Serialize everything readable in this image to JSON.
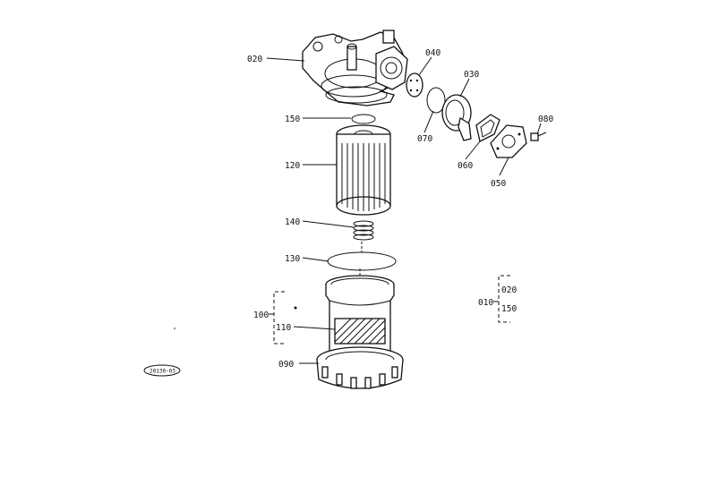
{
  "diagram": {
    "parts": {
      "p020": "020",
      "p040": "040",
      "p030": "030",
      "p080": "080",
      "p150": "150",
      "p070": "070",
      "p060": "060",
      "p050": "050",
      "p120": "120",
      "p140": "140",
      "p130": "130",
      "p100": "100",
      "p110": "110",
      "p090": "090"
    },
    "assembly": {
      "parent": "010",
      "child_a": "020",
      "child_b": "150"
    },
    "stamp": "20130-03"
  }
}
